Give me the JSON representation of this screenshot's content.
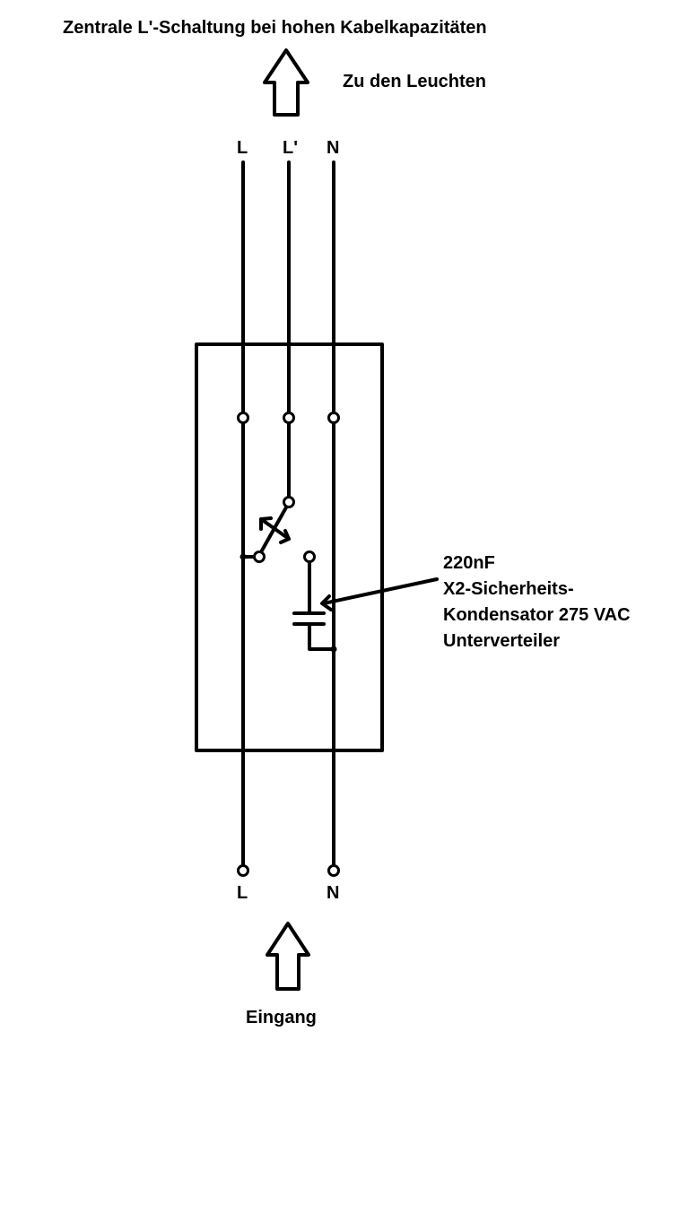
{
  "title": "Zentrale L'-Schaltung bei hohen Kabelkapazitäten",
  "output_label": "Zu den Leuchten",
  "input_label": "Eingang",
  "top_terminals": [
    "L",
    "L'",
    "N"
  ],
  "bottom_terminals": [
    "L",
    "N"
  ],
  "capacitor_note": {
    "line1": "220nF",
    "line2": "X2-Sicherheits-",
    "line3": "Kondensator 275 VAC",
    "line4": "Unterverteiler"
  },
  "colors": {
    "ink": "#000000",
    "background": "#ffffff"
  }
}
